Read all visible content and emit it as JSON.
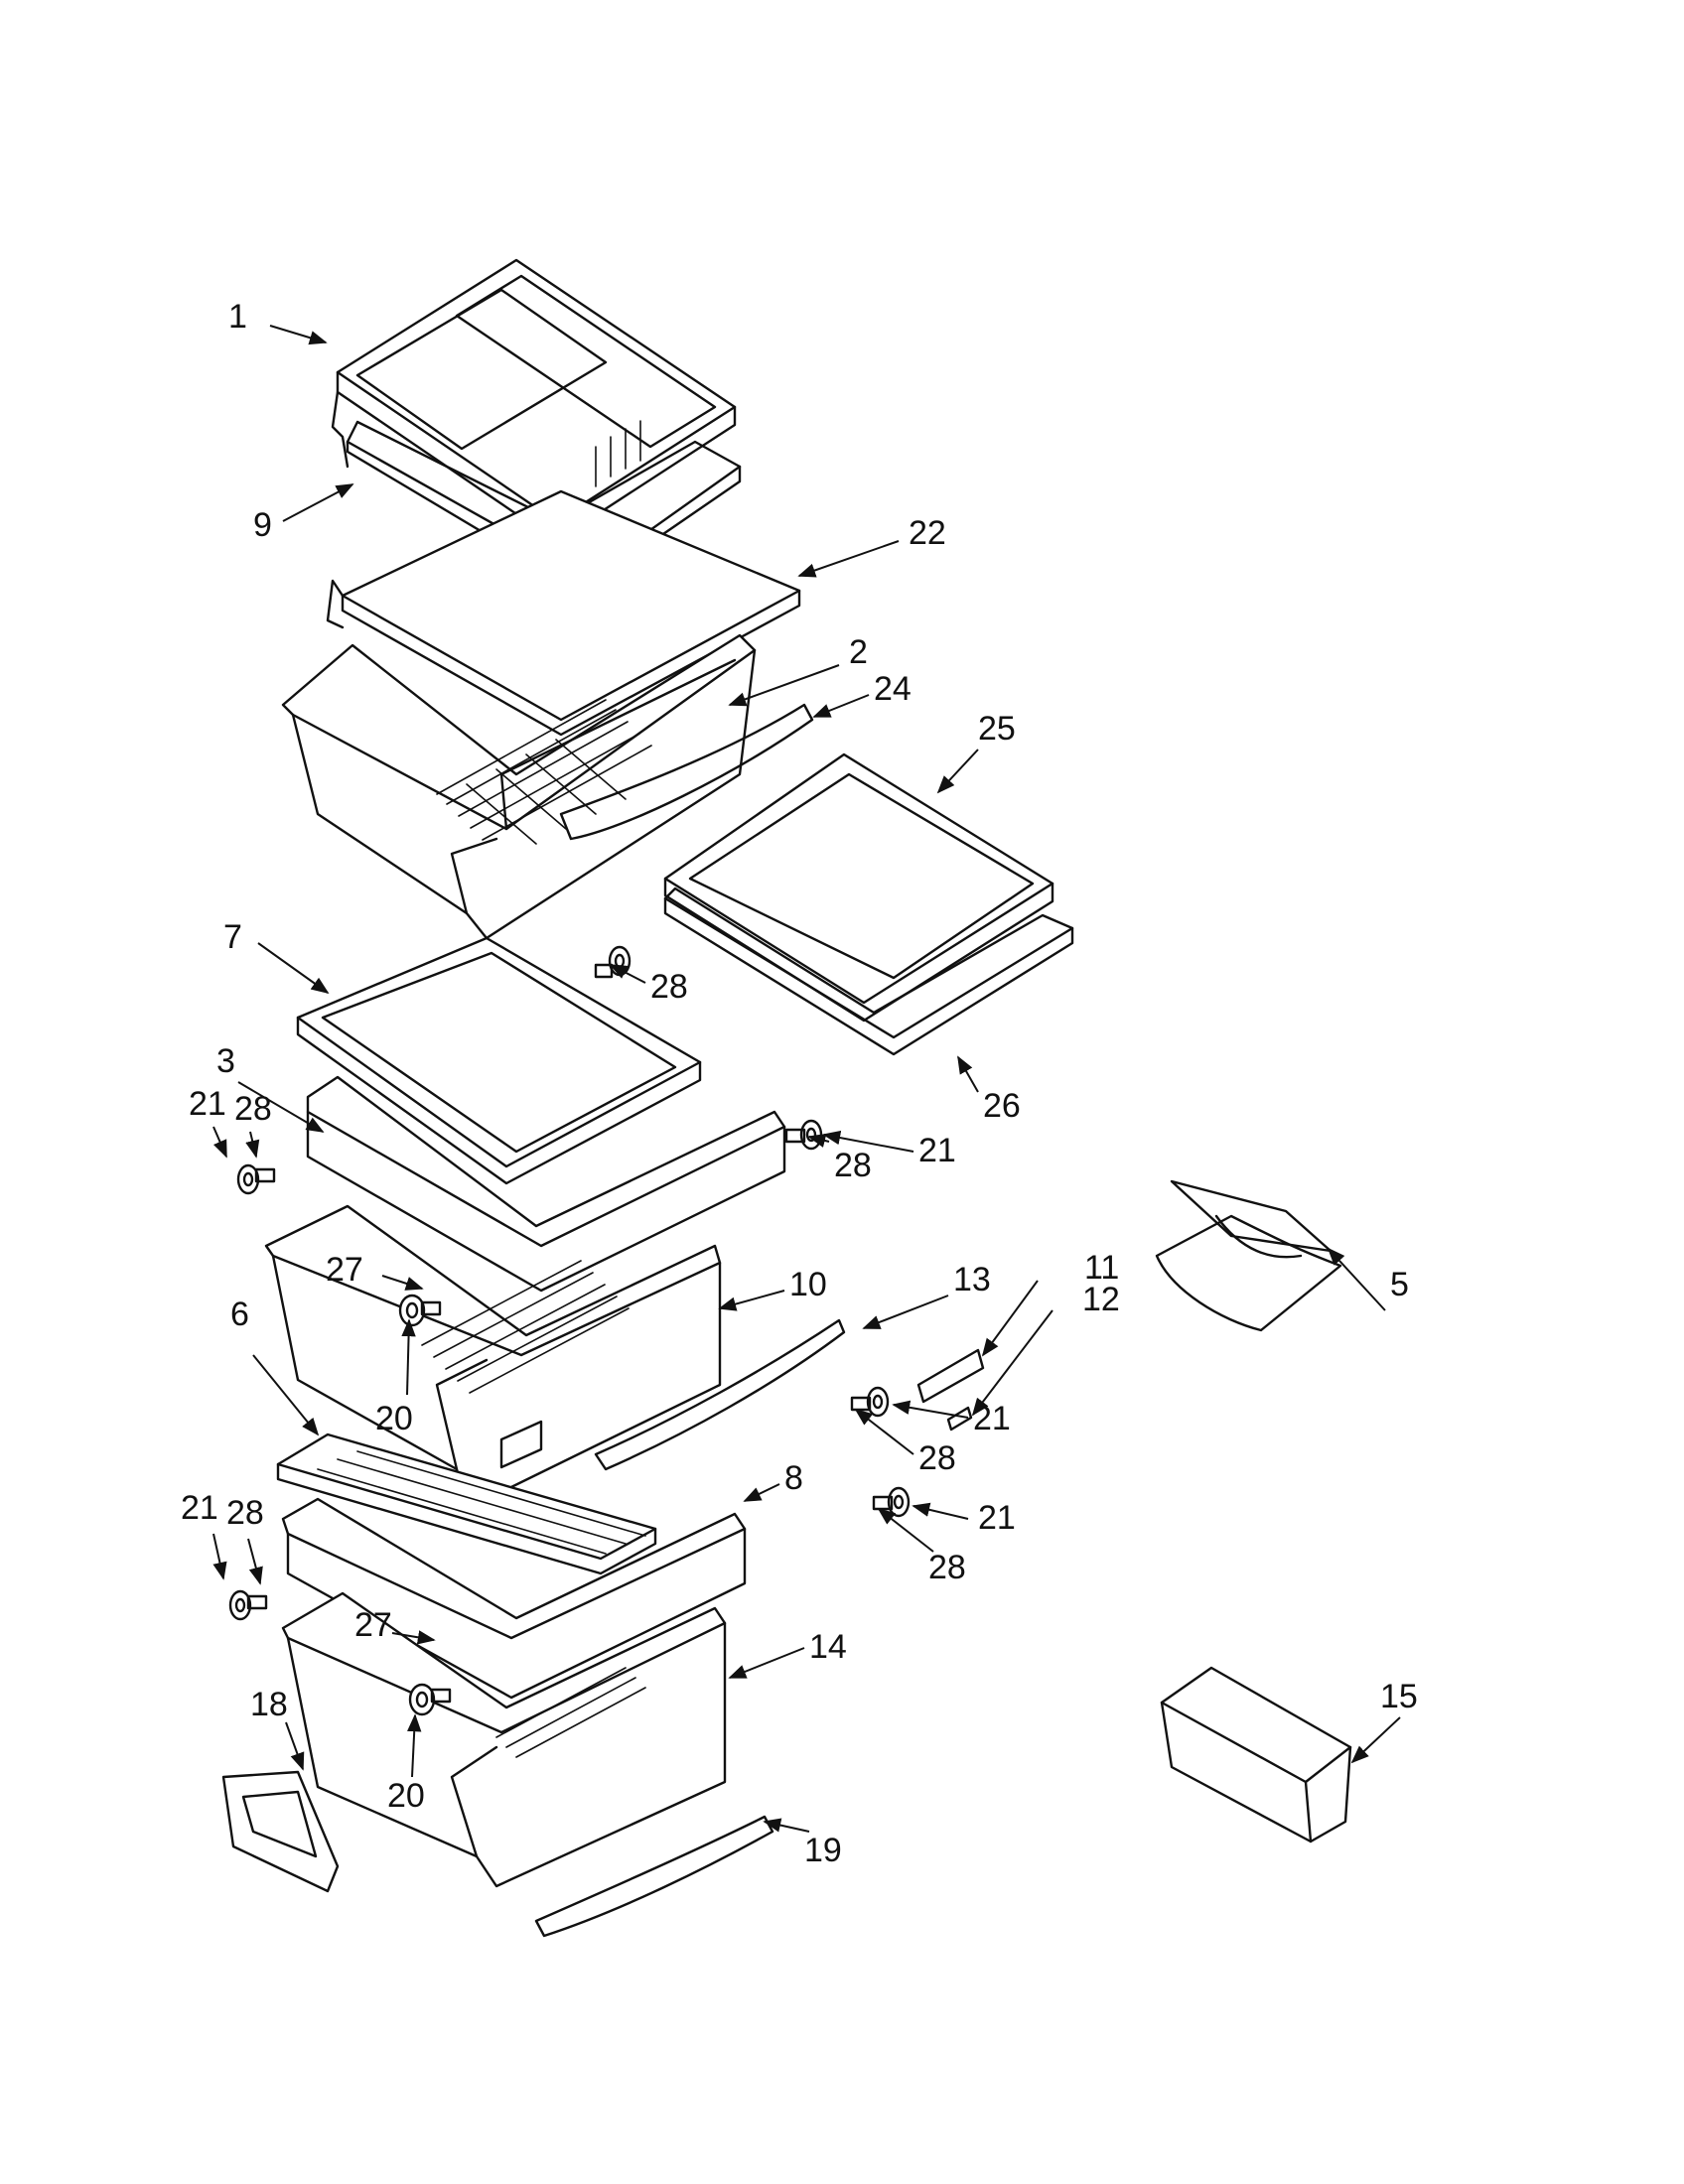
{
  "callouts": {
    "c1": "1",
    "c9": "9",
    "c22": "22",
    "c2": "2",
    "c24": "24",
    "c25": "25",
    "c7": "7",
    "c28a": "28",
    "c3": "3",
    "c21a": "21",
    "c28b": "28",
    "c21b": "21",
    "c28c": "28",
    "c26": "26",
    "c27a": "27",
    "c10": "10",
    "c13": "13",
    "c11": "11",
    "c12": "12",
    "c5": "5",
    "c6": "6",
    "c20a": "20",
    "c21c": "21",
    "c28d": "28",
    "c21d": "21",
    "c28e": "28",
    "c8": "8",
    "c21e": "21",
    "c28f": "28",
    "c27b": "27",
    "c14": "14",
    "c18": "18",
    "c20b": "20",
    "c15": "15",
    "c19": "19"
  }
}
